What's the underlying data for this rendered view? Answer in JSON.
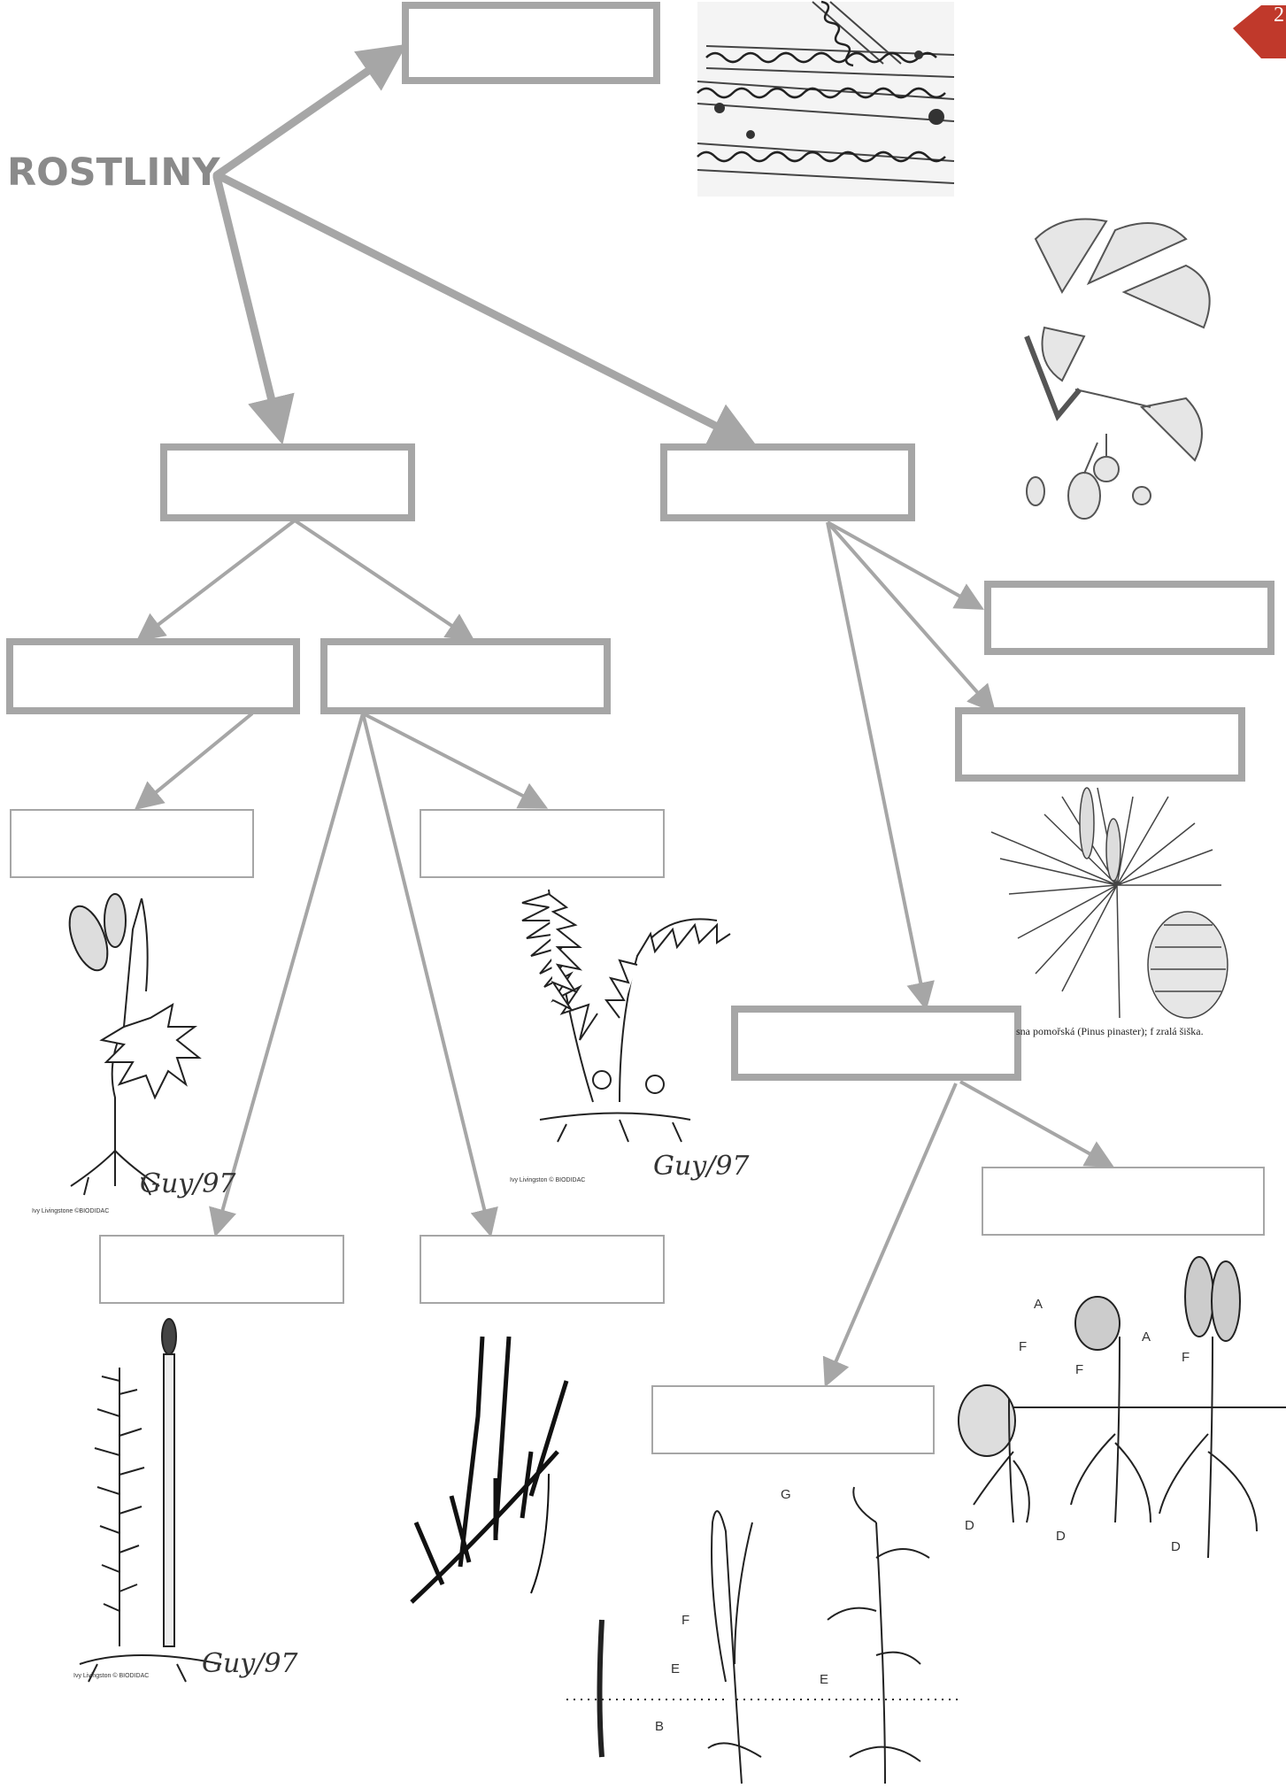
{
  "title": "ROSTLINY",
  "page_number": "2",
  "caption_pine": "sna pomořská (Pinus pinaster); f zralá šiška.",
  "credits": {
    "moss": "Ivy Livingstone ©BIODIDAC",
    "fern": "Ivy Livingston © BIODIDAC",
    "horsetail": "Ivy Livingston © BIODIDAC"
  },
  "signature": "Guy/97",
  "seedling_labels": {
    "monocot": [
      "G",
      "F",
      "E",
      "B",
      "E"
    ],
    "dicot": [
      "A",
      "F",
      "D",
      "F",
      "A",
      "D",
      "F",
      "D"
    ]
  },
  "colors": {
    "boxes": "#a6a6a6",
    "arrows": "#a6a6a6",
    "accent": "#c0392b"
  },
  "boxes": [
    "top",
    "left-mid",
    "right-mid",
    "ll",
    "lr",
    "r1",
    "r2",
    "moss",
    "fern",
    "horsetail",
    "clubmoss",
    "angio",
    "dicot",
    "monocot"
  ]
}
